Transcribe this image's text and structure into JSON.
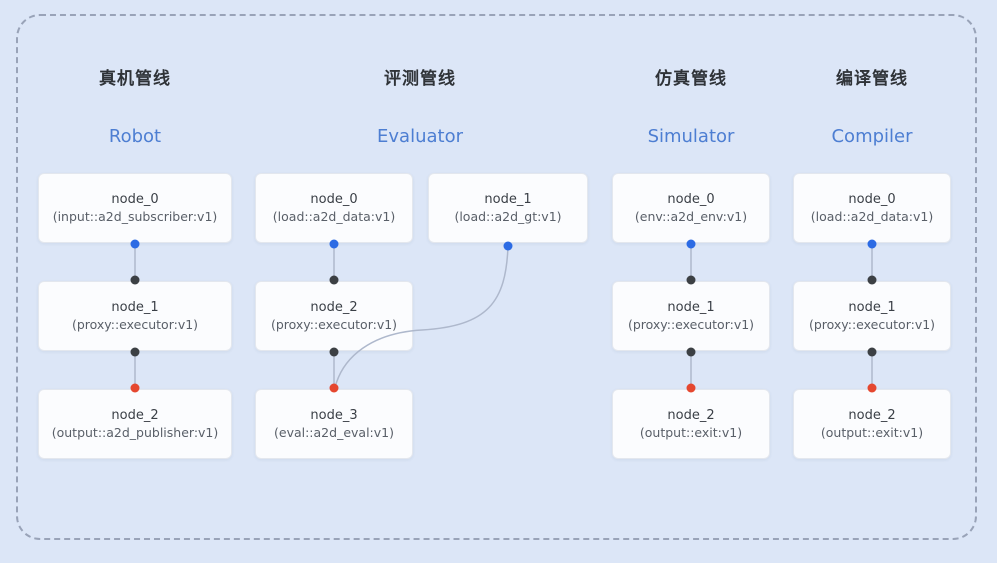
{
  "colors": {
    "background": "#dce6f7",
    "frame_border": "#99a3b8",
    "title": "#2f3338",
    "subtitle": "#4d7ed2",
    "node_bg": "#fbfcfe",
    "node_border": "#e3e7ee",
    "line": "#aeb8cc",
    "dot_blue": "#2c6be4",
    "dot_black": "#3c4044",
    "dot_red": "#e5472f"
  },
  "pipelines": [
    {
      "title": "真机管线",
      "subtitle": "Robot",
      "nodes": [
        {
          "name": "node_0",
          "type": "(input::a2d_subscriber:v1)"
        },
        {
          "name": "node_1",
          "type": "(proxy::executor:v1)"
        },
        {
          "name": "node_2",
          "type": "(output::a2d_publisher:v1)"
        }
      ]
    },
    {
      "title": "评测管线",
      "subtitle": "Evaluator",
      "nodes": [
        {
          "name": "node_0",
          "type": "(load::a2d_data:v1)"
        },
        {
          "name": "node_1",
          "type": "(load::a2d_gt:v1)"
        },
        {
          "name": "node_2",
          "type": "(proxy::executor:v1)"
        },
        {
          "name": "node_3",
          "type": "(eval::a2d_eval:v1)"
        }
      ]
    },
    {
      "title": "仿真管线",
      "subtitle": "Simulator",
      "nodes": [
        {
          "name": "node_0",
          "type": "(env::a2d_env:v1)"
        },
        {
          "name": "node_1",
          "type": "(proxy::executor:v1)"
        },
        {
          "name": "node_2",
          "type": "(output::exit:v1)"
        }
      ]
    },
    {
      "title": "编译管线",
      "subtitle": "Compiler",
      "nodes": [
        {
          "name": "node_0",
          "type": "(load::a2d_data:v1)"
        },
        {
          "name": "node_1",
          "type": "(proxy::executor:v1)"
        },
        {
          "name": "node_2",
          "type": "(output::exit:v1)"
        }
      ]
    }
  ]
}
